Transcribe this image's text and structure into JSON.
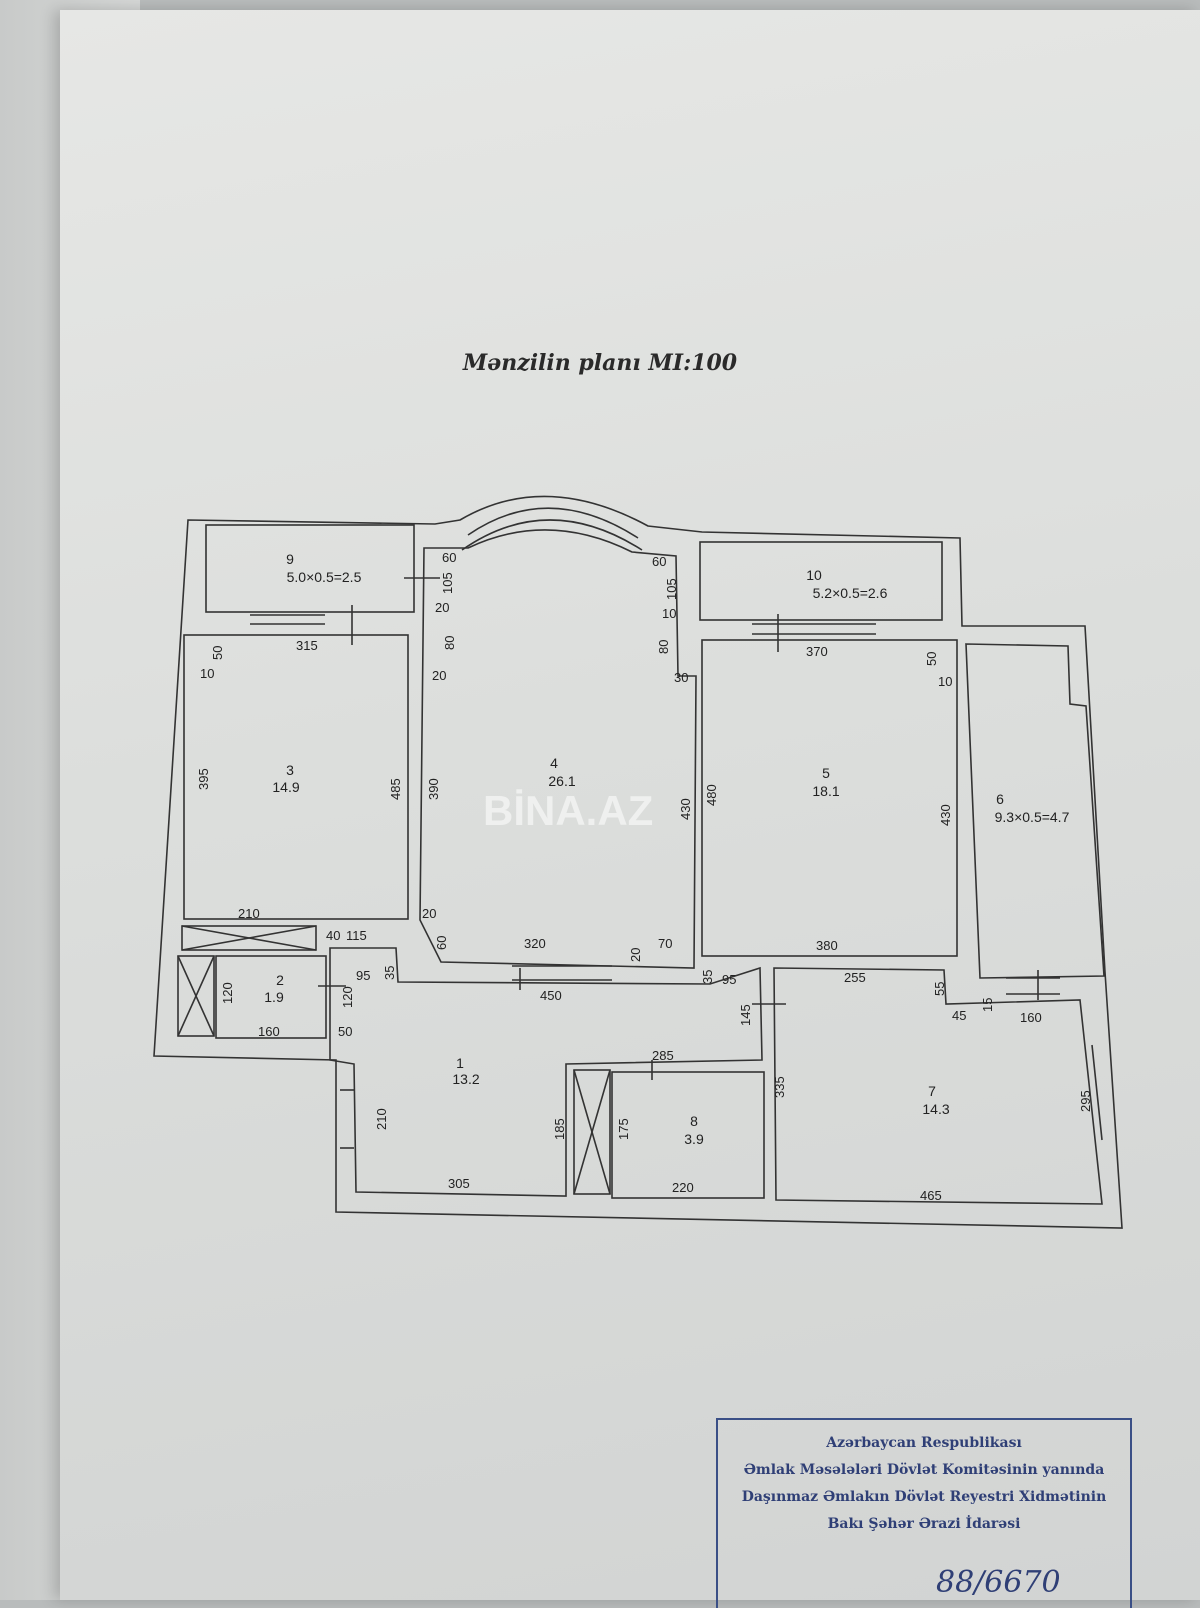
{
  "title": "Mənzilin planı MI:100",
  "watermark": "BİNA.AZ",
  "rooms": [
    {
      "num": "1",
      "area": "13.2"
    },
    {
      "num": "2",
      "area": "1.9"
    },
    {
      "num": "3",
      "area": "14.9"
    },
    {
      "num": "4",
      "area": "26.1"
    },
    {
      "num": "5",
      "area": "18.1"
    },
    {
      "num": "6",
      "area": "9.3×0.5=4.7"
    },
    {
      "num": "7",
      "area": "14.3"
    },
    {
      "num": "8",
      "area": "3.9"
    },
    {
      "num": "9",
      "area": "5.0×0.5=2.5"
    },
    {
      "num": "10",
      "area": "5.2×0.5=2.6"
    }
  ],
  "dimensions": [
    "60",
    "105",
    "20",
    "80",
    "20",
    "60",
    "105",
    "10",
    "80",
    "30",
    "315",
    "50",
    "10",
    "395",
    "485",
    "390",
    "430",
    "480",
    "430",
    "370",
    "50",
    "10",
    "210",
    "40",
    "115",
    "95",
    "35",
    "20",
    "60",
    "320",
    "20",
    "70",
    "450",
    "35",
    "95",
    "380",
    "120",
    "120",
    "160",
    "50",
    "255",
    "55",
    "45",
    "15",
    "160",
    "145",
    "285",
    "335",
    "210",
    "185",
    "175",
    "305",
    "220",
    "465",
    "295"
  ],
  "stamp": {
    "line1": "Azərbaycan Respublikası",
    "line2": "Əmlak Məsələləri Dövlət Komitəsinin yanında",
    "line3": "Daşınmaz Əmlakın Dövlət Reyestri Xidmətinin",
    "line4": "Bakı Şəhər Ərazi İdarəsi",
    "number": "88/6670"
  }
}
